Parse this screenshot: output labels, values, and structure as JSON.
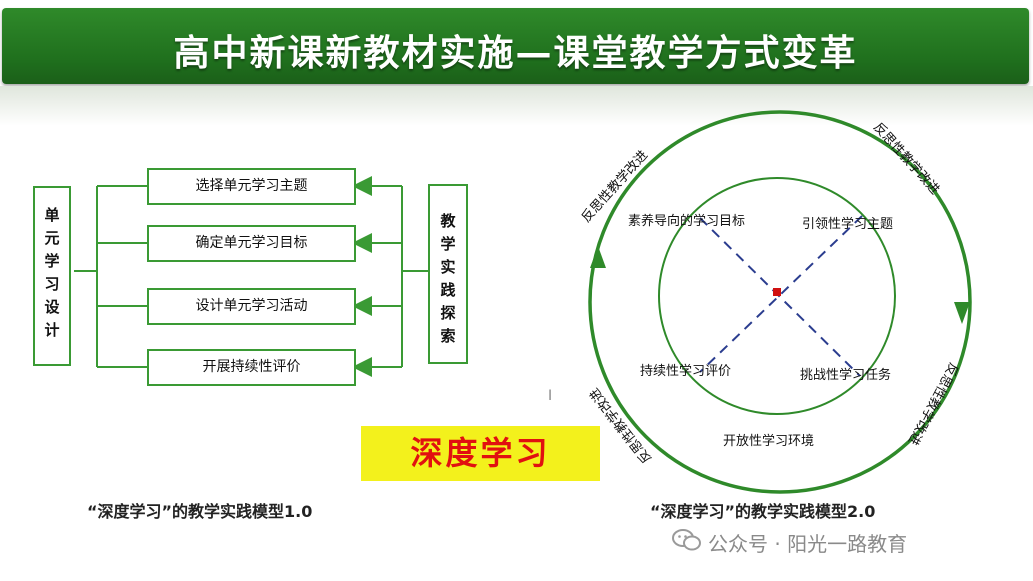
{
  "title": "高中新课新教材实施—课堂教学方式变革",
  "model1": {
    "left_box": [
      "单",
      "元",
      "学",
      "习",
      "设",
      "计"
    ],
    "right_box": [
      "教",
      "学",
      "实",
      "践",
      "探",
      "索"
    ],
    "steps": [
      "选择单元学习主题",
      "确定单元学习目标",
      "设计单元学习活动",
      "开展持续性评价"
    ],
    "caption": "“深度学习”的教学实践模型1.0"
  },
  "highlight": "深度学习",
  "model2": {
    "inner_labels": {
      "top_left": "素养导向的学习目标",
      "top_right": "引领性学习主题",
      "bottom_left": "持续性学习评价",
      "bottom_right": "挑战性学习任务",
      "bottom_center": "开放性学习环境"
    },
    "outer_labels": [
      "反思性教学改进",
      "反思性教学改进",
      "反思性教学改进",
      "反思性教学改进"
    ],
    "caption": "“深度学习”的教学实践模型2.0"
  },
  "watermark": "公众号 · 阳光一路教育",
  "cursor": "I",
  "colors": {
    "green": "#2f8a2a",
    "line_green": "#3a9a34",
    "dash_blue": "#2b3d8f",
    "center_red": "#d01010",
    "highlight_bg": "#f3f11c",
    "highlight_text": "#e11010"
  }
}
